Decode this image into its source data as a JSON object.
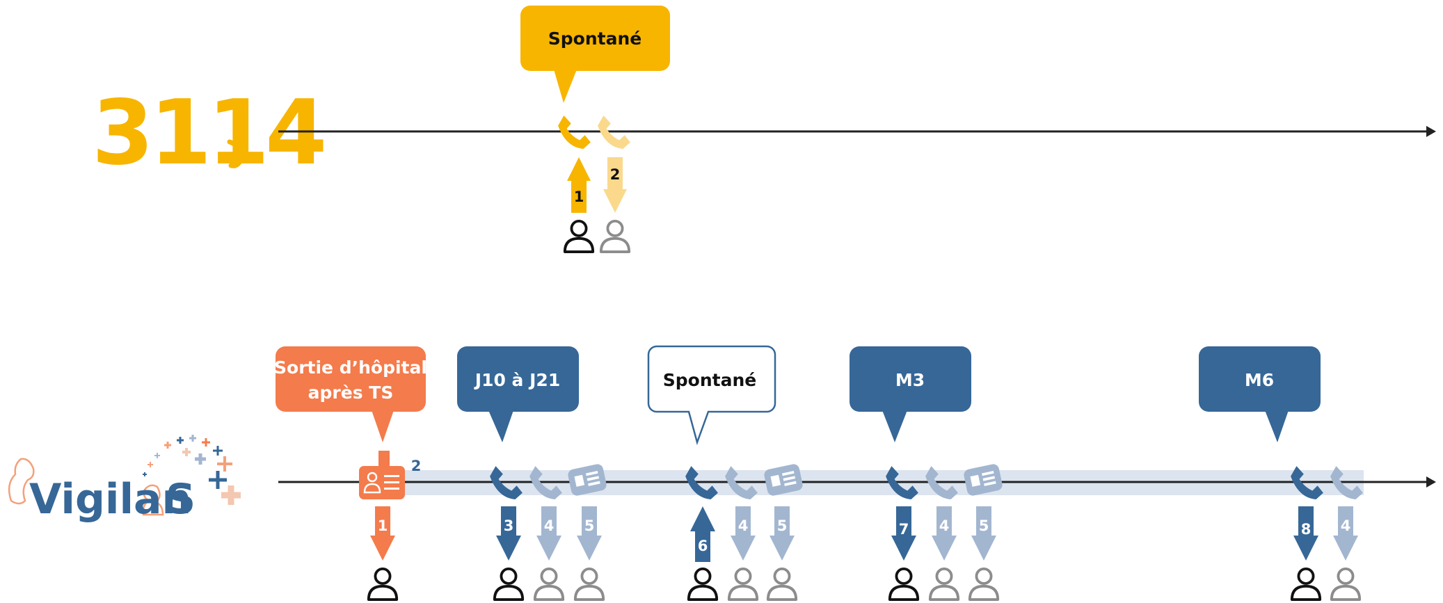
{
  "colors": {
    "yellow": "#F7B500",
    "yellow_light": "#FAD98C",
    "orange": "#F47B4C",
    "blue": "#366797",
    "blue_light": "#A3B6D0",
    "band": "#DCE4EF",
    "line": "#222222",
    "person": "#111111",
    "person_light": "#8C8C8C"
  },
  "top": {
    "logo_text": "3114",
    "bubble_label": "Spontané",
    "call_numbers": [
      "1",
      "2"
    ]
  },
  "bottom": {
    "logo_text": "Vigilan",
    "logo_text_end": "S",
    "bubbles": {
      "sortie_line1": "Sortie d’hôpital",
      "sortie_line2": "après TS",
      "j10": "J10 à J21",
      "spontane": "Spontané",
      "m3": "M3",
      "m6": "M6"
    },
    "card_number": "2",
    "arrow_numbers": {
      "a1": "1",
      "a3": "3",
      "a4a": "4",
      "a5a": "5",
      "a6": "6",
      "a4b": "4",
      "a5b": "5",
      "a7": "7",
      "a4c": "4",
      "a5c": "5",
      "a8": "8",
      "a4d": "4"
    }
  }
}
